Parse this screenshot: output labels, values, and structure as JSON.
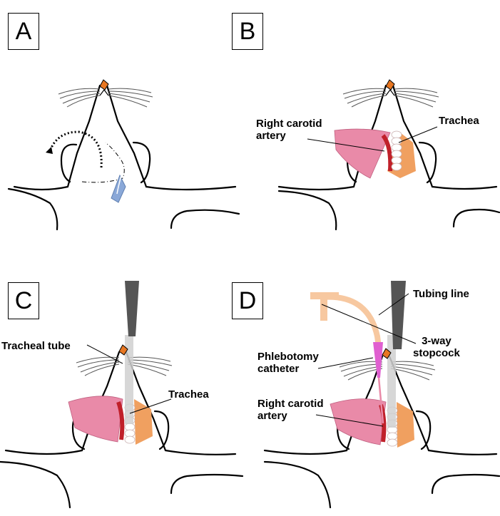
{
  "panels": [
    {
      "letter": "A",
      "labels": []
    },
    {
      "letter": "B",
      "labels": [
        "Right carotid\nartery",
        "Trachea"
      ]
    },
    {
      "letter": "C",
      "labels": [
        "Tracheal tube",
        "Trachea"
      ]
    },
    {
      "letter": "D",
      "labels": [
        "Tubing line",
        "3-way\nstopcock",
        "Phlebotomy\ncatheter",
        "Right carotid\nartery"
      ]
    }
  ],
  "colors": {
    "nose": "#e87722",
    "muscle_pink": "#e98aa8",
    "muscle_orange": "#f0a060",
    "artery": "#c0202a",
    "tube_gray": "#d0d0d0",
    "tube_dark": "#555555",
    "tubing_peach": "#f7c8a0",
    "catheter_magenta": "#e060d0",
    "scissors_blue": "#8aa8d8"
  }
}
